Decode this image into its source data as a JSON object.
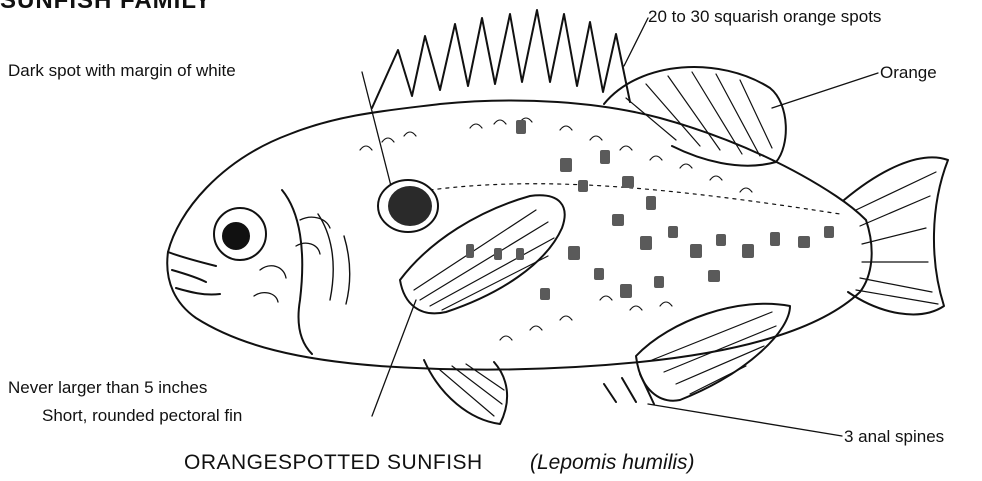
{
  "header": {
    "text": "SUNFISH FAMILY"
  },
  "labels": {
    "dark_spot": "Dark spot with margin of white",
    "orange_spots": "20 to 30 squarish orange spots",
    "orange": "Orange",
    "size": "Never larger than 5 inches",
    "pectoral": "Short, rounded pectoral fin",
    "anal_spines": "3 anal spines"
  },
  "caption": {
    "common_name": "ORANGESPOTTED SUNFISH",
    "scientific_name": "(Lepomis humilis)"
  },
  "illustration": {
    "subject": "orangespotted sunfish",
    "line_color": "#111111",
    "spot_color": "#5a5a5a",
    "dark_spot_color": "#2a2a2a"
  }
}
